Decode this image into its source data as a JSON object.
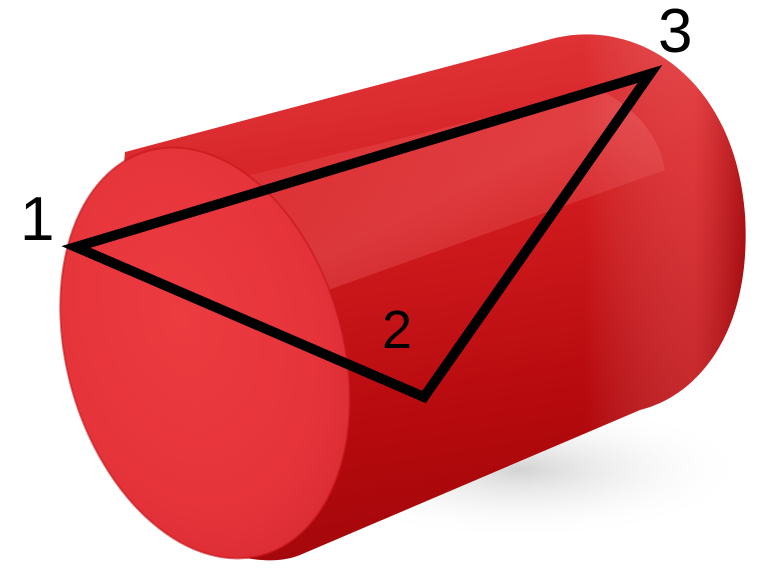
{
  "diagram": {
    "shape": "cylinder",
    "colors": {
      "cylinder_body": "#d41e20",
      "cylinder_face": "#e8363a",
      "highlight": "#f06a6c",
      "shadow": "#8c0f12",
      "triangle_stroke": "#000000",
      "ground_shadow": "#d9d9d9"
    },
    "vertices": [
      {
        "label": "1"
      },
      {
        "label": "2"
      },
      {
        "label": "3"
      }
    ],
    "edges": [
      {
        "from": "1",
        "to": "2"
      },
      {
        "from": "2",
        "to": "3"
      },
      {
        "from": "3",
        "to": "1"
      }
    ]
  }
}
